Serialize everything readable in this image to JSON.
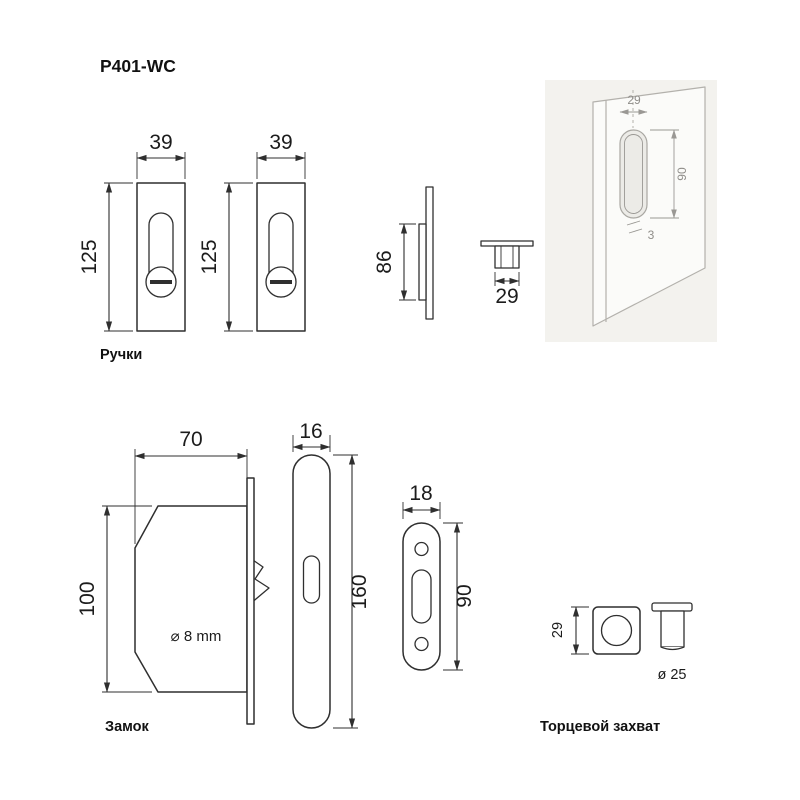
{
  "title": "P401-WC",
  "handles": {
    "label": "Ручки",
    "plate1_w": "39",
    "plate1_h": "125",
    "plate2_w": "39",
    "plate2_h": "125",
    "side_h": "86",
    "profile_w": "29",
    "ill_w": "29",
    "ill_h": "90",
    "ill_d": "3"
  },
  "lock": {
    "label": "Замок",
    "body_w": "70",
    "body_h": "100",
    "hole": "⌀ 8 mm",
    "face_w": "16",
    "face_h": "160",
    "strike_w": "18",
    "strike_h": "90"
  },
  "edge_pull": {
    "label": "Торцевой захват",
    "size": "29",
    "diameter": "ø 25"
  }
}
